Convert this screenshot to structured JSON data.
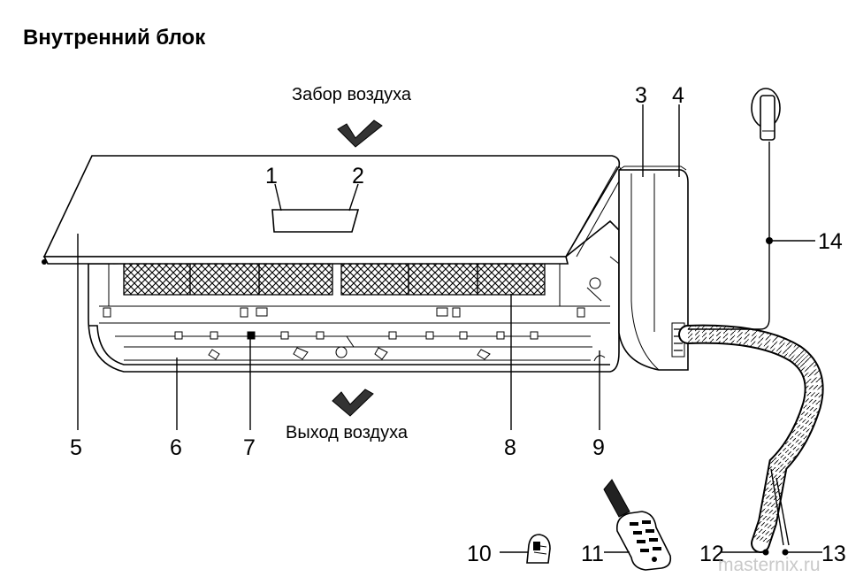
{
  "title": "Внутренний блок",
  "air_intake": "Забор воздуха",
  "air_outlet": "Выход воздуха",
  "labels": [
    "1",
    "2",
    "3",
    "4",
    "5",
    "6",
    "7",
    "8",
    "9",
    "10",
    "11",
    "12",
    "13",
    "14"
  ],
  "watermark": "masternix.ru"
}
